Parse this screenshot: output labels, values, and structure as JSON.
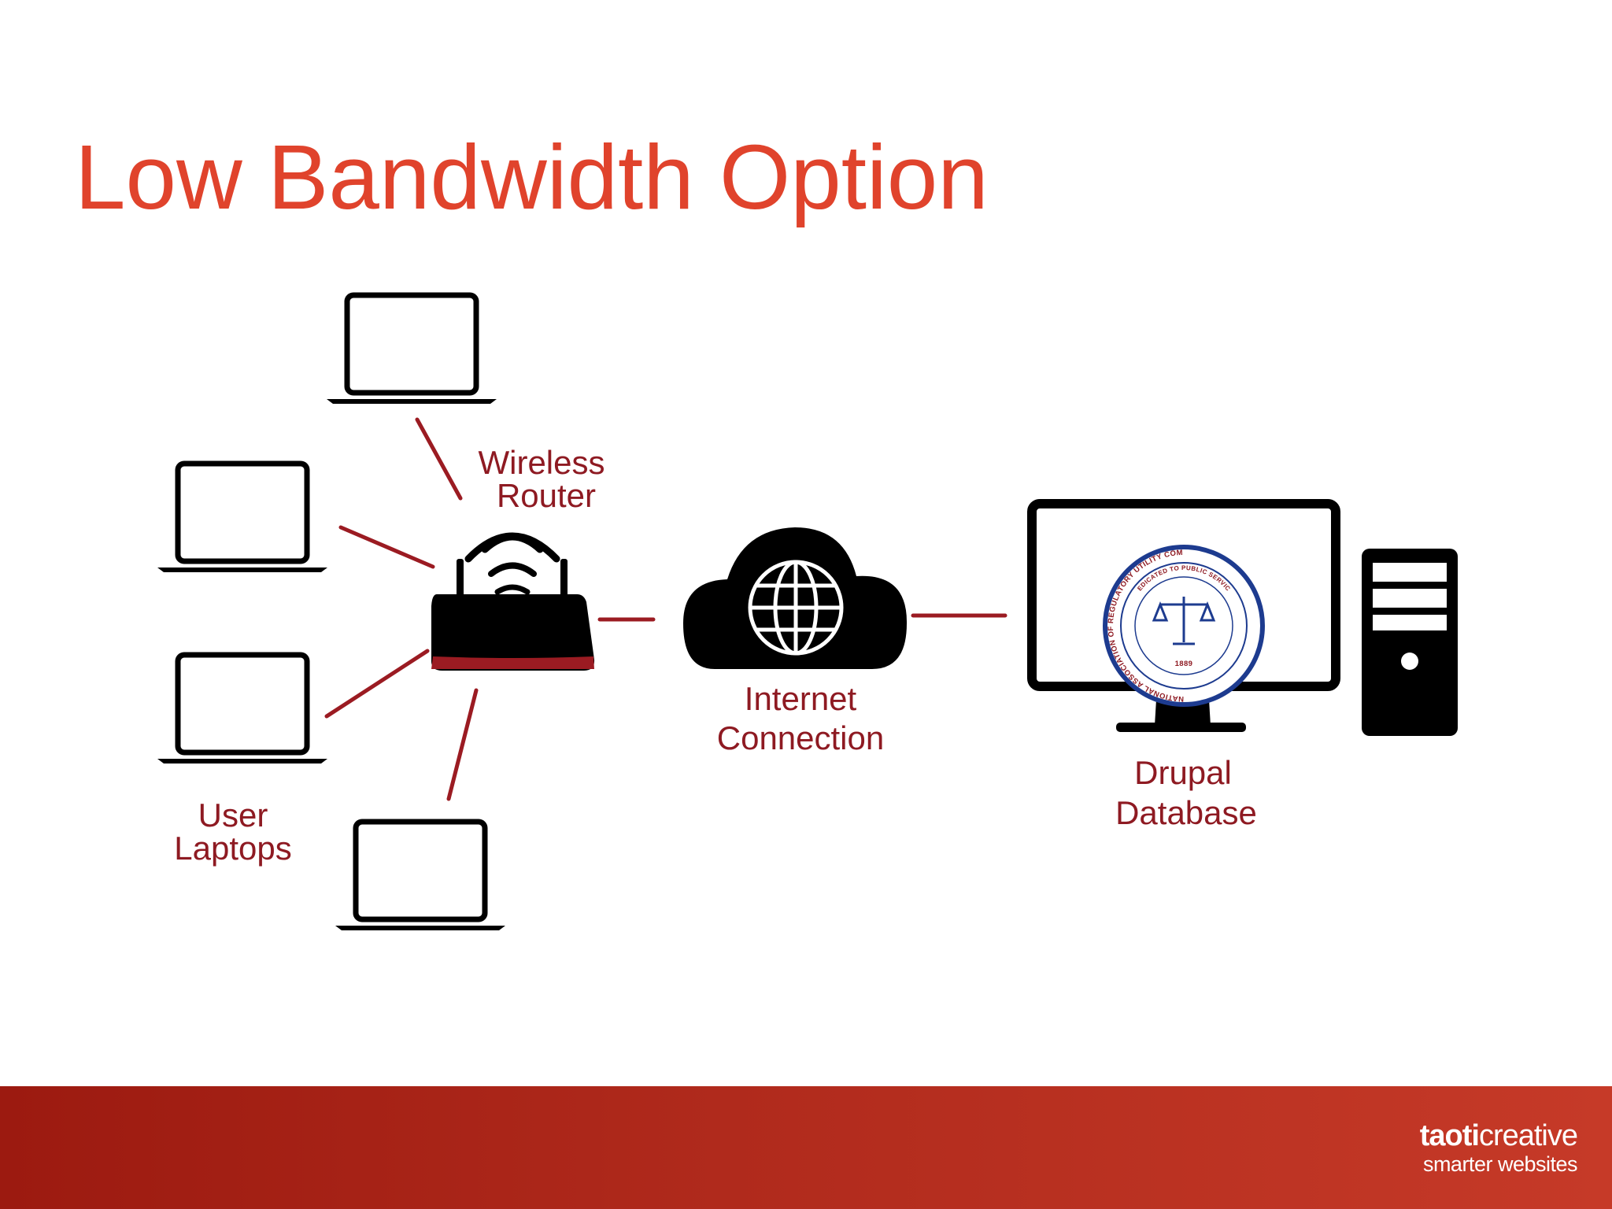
{
  "title": "Low Bandwidth Option",
  "diagram": {
    "labels": {
      "router_line1": "Wireless",
      "router_line2": "Router",
      "laptops_line1": "User",
      "laptops_line2": "Laptops",
      "internet_line1": "Internet",
      "internet_line2": "Connection",
      "database_line1": "Drupal",
      "database_line2": "Database"
    },
    "seal": {
      "outer_text": "NATIONAL ASSOCIATION OF REGULATORY UTILITY COMMISSIONERS",
      "inner_text": "DEDICATED TO PUBLIC SERVICE",
      "year": "1889"
    },
    "icons": [
      "laptop-icon",
      "wireless-router-icon",
      "cloud-globe-icon",
      "desktop-monitor-icon",
      "computer-tower-icon",
      "naruc-seal-logo"
    ]
  },
  "footer": {
    "brand_strong": "taoti",
    "brand_light": "creative",
    "tagline": "smarter websites"
  },
  "colors": {
    "title": "#e0432c",
    "label": "#8e1a22",
    "connector": "#9b1b22",
    "icon": "#000000",
    "footer_band": "#b02a1c",
    "seal": "#1d3b8f"
  }
}
